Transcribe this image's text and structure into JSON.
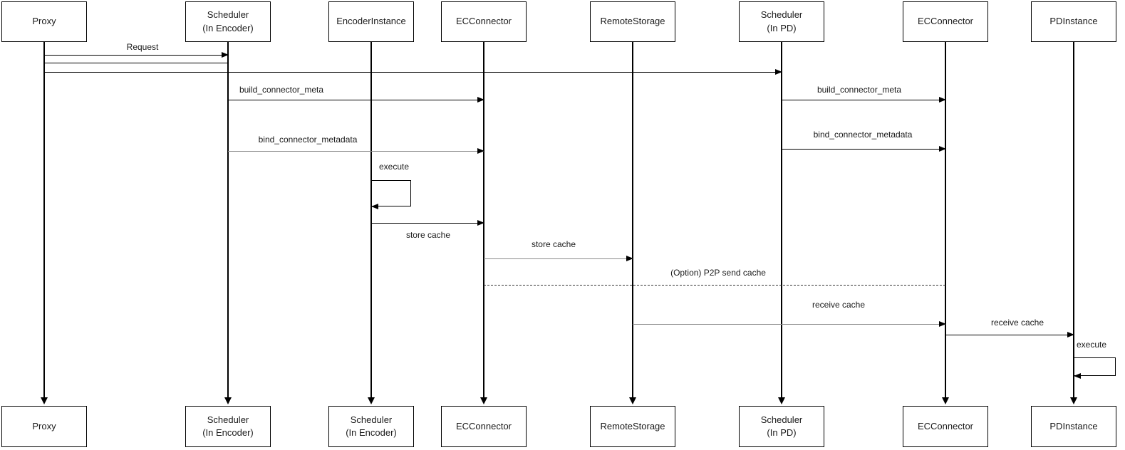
{
  "diagram": {
    "type": "sequence",
    "colors": {
      "line": "#000000",
      "muted_line": "#8a8a8a",
      "background": "#ffffff",
      "text": "#1a1a1a"
    },
    "top_actors": [
      {
        "label": "Proxy"
      },
      {
        "label": "Scheduler\n(In Encoder)"
      },
      {
        "label": "EncoderInstance"
      },
      {
        "label": "ECConnector"
      },
      {
        "label": "RemoteStorage"
      },
      {
        "label": "Scheduler\n(In PD)"
      },
      {
        "label": "ECConnector"
      },
      {
        "label": "PDInstance"
      }
    ],
    "bottom_actors": [
      {
        "label": "Proxy"
      },
      {
        "label": "Scheduler\n(In Encoder)"
      },
      {
        "label": "Scheduler\n(In Encoder)"
      },
      {
        "label": "ECConnector"
      },
      {
        "label": "RemoteStorage"
      },
      {
        "label": "Scheduler\n(In PD)"
      },
      {
        "label": "ECConnector"
      },
      {
        "label": "PDInstance"
      }
    ],
    "messages": [
      {
        "label": "Request",
        "from": "Proxy",
        "to": "Scheduler (In Encoder)",
        "style": "solid-arrow"
      },
      {
        "label": "",
        "from": "Proxy",
        "to": "Scheduler (In Encoder)",
        "style": "solid-line"
      },
      {
        "label": "",
        "from": "Proxy",
        "to": "Scheduler (In PD)",
        "style": "solid-arrow"
      },
      {
        "label": "build_connector_meta",
        "from": "Scheduler (In Encoder)",
        "to": "ECConnector",
        "style": "solid-arrow"
      },
      {
        "label": "build_connector_meta",
        "from": "Scheduler (In PD)",
        "to": "ECConnector",
        "style": "solid-arrow"
      },
      {
        "label": "bind_connector_metadata",
        "from": "Scheduler (In Encoder)",
        "to": "ECConnector",
        "style": "solid-arrow"
      },
      {
        "label": "bind_connector_metadata",
        "from": "Scheduler (In PD)",
        "to": "ECConnector",
        "style": "solid-arrow"
      },
      {
        "label": "execute",
        "from": "EncoderInstance",
        "to": "EncoderInstance",
        "style": "self-loop"
      },
      {
        "label": "store cache",
        "from": "EncoderInstance",
        "to": "ECConnector",
        "style": "solid-arrow"
      },
      {
        "label": "store cache",
        "from": "ECConnector",
        "to": "RemoteStorage",
        "style": "solid-arrow"
      },
      {
        "label": "(Option) P2P send cache",
        "from": "ECConnector",
        "to": "ECConnector",
        "style": "dashed-line"
      },
      {
        "label": "receive cache",
        "from": "RemoteStorage",
        "to": "ECConnector",
        "style": "solid-arrow"
      },
      {
        "label": "receive cache",
        "from": "ECConnector",
        "to": "PDInstance",
        "style": "solid-arrow"
      },
      {
        "label": "execute",
        "from": "PDInstance",
        "to": "PDInstance",
        "style": "self-loop"
      }
    ]
  }
}
